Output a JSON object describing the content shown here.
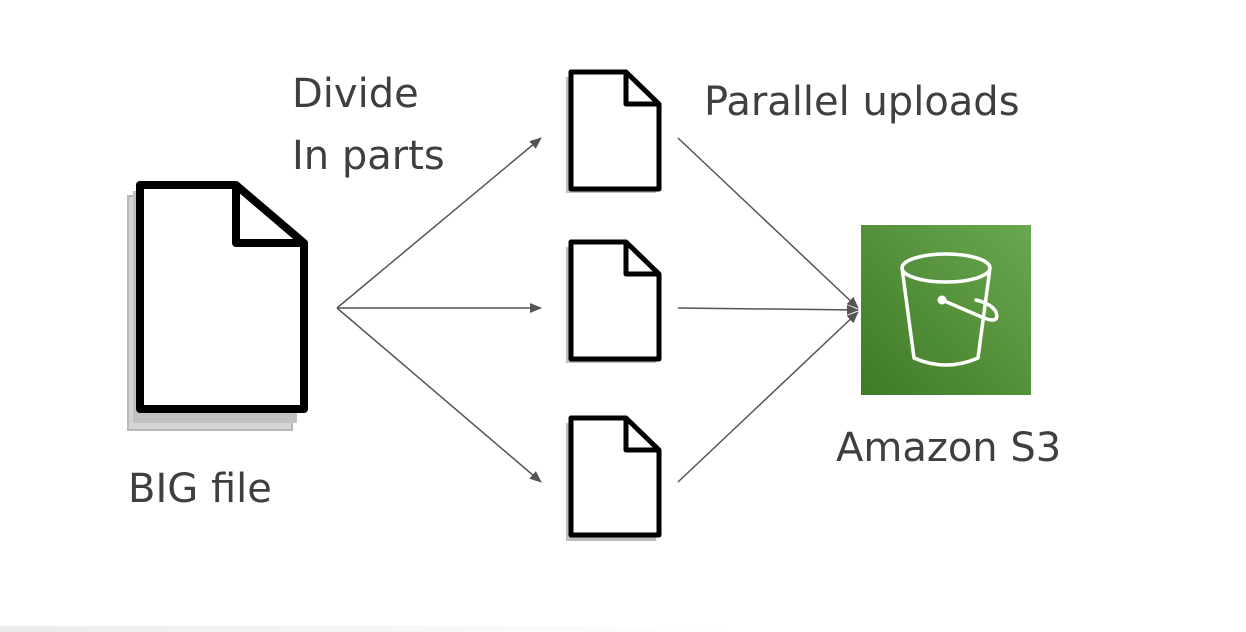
{
  "diagram": {
    "source_label": "BIG file",
    "split_label_lines": [
      "Divide",
      "In parts"
    ],
    "upload_label": "Parallel uploads",
    "destination_label": "Amazon S3",
    "part_count": 3
  },
  "icons": {
    "big_file": "document-icon",
    "part": "document-icon",
    "destination": "s3-bucket-icon"
  },
  "colors": {
    "label_text": "#3f3f3f",
    "arrow": "#555555",
    "s3_tile_light": "#6aa84f",
    "s3_tile_dark": "#3f7a26",
    "bucket_stroke": "#ffffff"
  }
}
